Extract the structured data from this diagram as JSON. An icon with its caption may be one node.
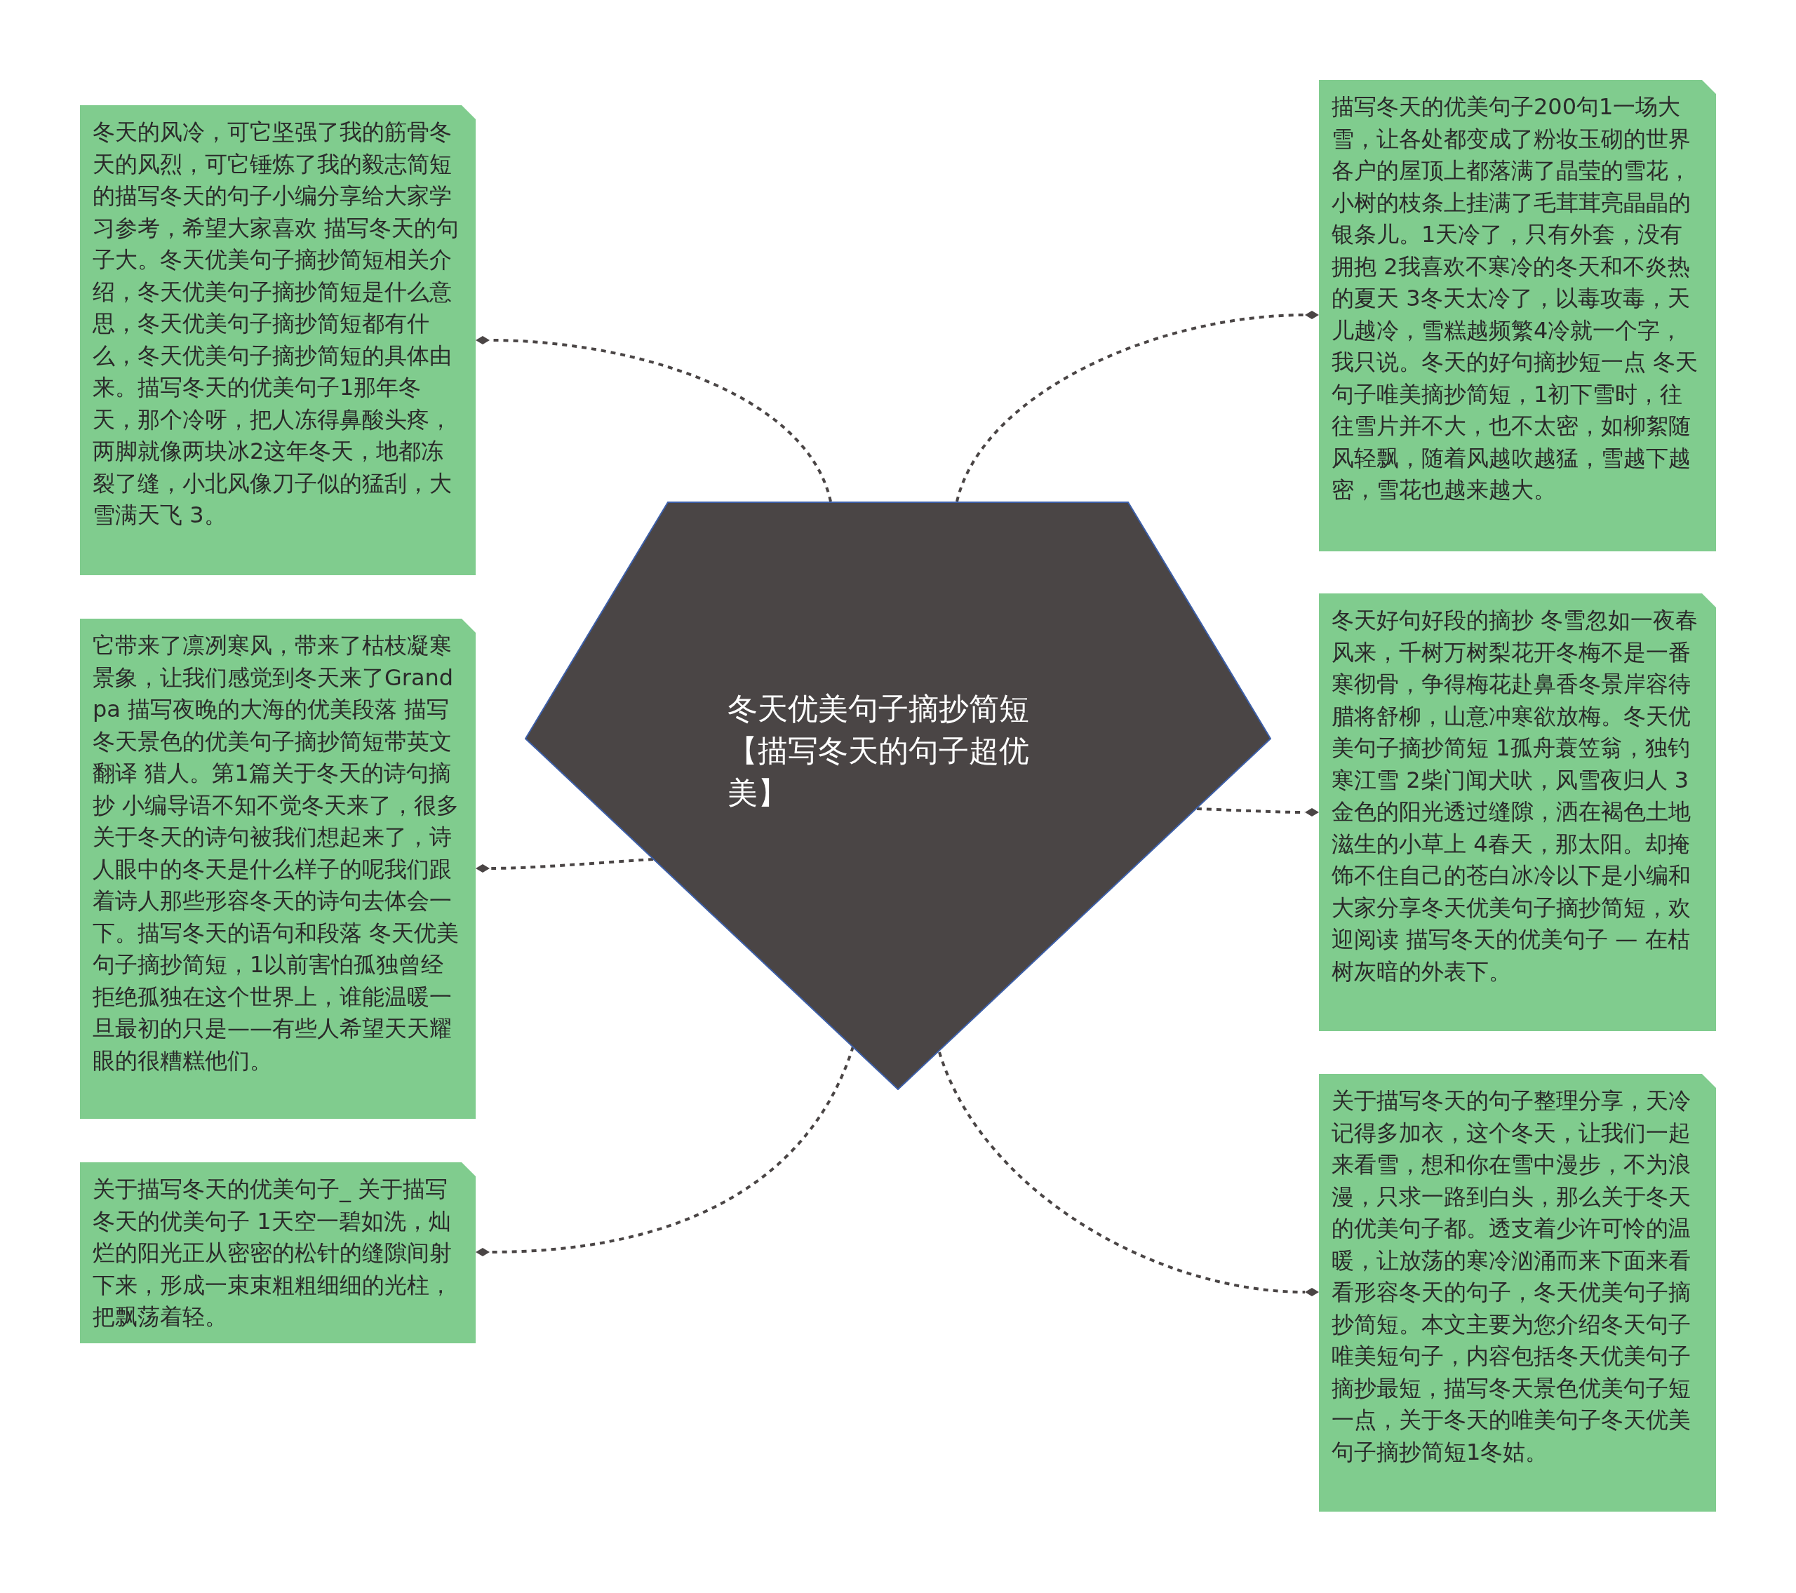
{
  "diagram": {
    "nodes": [
      {
        "text": [
          "冬天优美句子摘抄简短【描写冬天的句子超优美】"
        ]
      },
      {
        "text": [
          "冬天的风冷，可它坚强了我的筋骨冬天的风烈，可它锤炼了我的毅志简短的描写冬天的句子小编分享给大家学习参考，希望大家喜欢 描写冬天的句子大。冬天优美句子摘抄简短相关介绍，冬天优美句子摘抄简短是什么意思，冬天优美句子摘抄简短都有什么，冬天优美句子摘抄简短的具体由来。描写冬天的优美句子1那年冬天，那个冷呀，把人冻得鼻酸头疼，两脚就像两块冰2这年冬天，地都冻裂了缝，小北风像刀子似的猛刮，大雪满天飞 3。"
        ]
      },
      {
        "text": [
          "它带来了凛冽寒风，带来了枯枝凝寒景象，让我们感觉到冬天来了Grandpa  描写夜晚的大海的优美段落 描写冬天景色的优美句子摘抄简短带英文翻译 猎人。第1篇关于冬天的诗句摘抄 小编导语不知不觉冬天来了，很多关于冬天的诗句被我们想起来了，诗人眼中的冬天是什么样子的呢我们跟着诗人那些形容冬天的诗句去体会一下。描写冬天的语句和段落 冬天优美句子摘抄简短，1以前害怕孤独曾经拒绝孤独在这个世界上，谁能温暖一旦最初的只是——有些人希望天天耀眼的很糟糕他们。"
        ]
      },
      {
        "text": [
          "关于描写冬天的优美句子_ 关于描写冬天的优美句子 1天空一碧如洗，灿烂的阳光正从密密的松针的缝隙间射下来，形成一束束粗粗细细的光柱，把飘荡着轻。"
        ]
      },
      {
        "text": [
          "描写冬天的优美句子200句1一场大雪，让各处都变成了粉妆玉砌的世界各户的屋顶上都落满了晶莹的雪花，小树的枝条上挂满了毛茸茸亮晶晶的银条儿。1天冷了，只有外套，没有拥抱 2我喜欢不寒冷的冬天和不炎热的夏天 3冬天太冷了，以毒攻毒，天儿越冷，雪糕越频繁4冷就一个字，我只说。冬天的好句摘抄短一点 冬天句子唯美摘抄简短，1初下雪时，往往雪片并不大，也不太密，如柳絮随风轻飘，随着风越吹越猛，雪越下越密，雪花也越来越大。"
        ]
      },
      {
        "text": [
          "冬天好句好段的摘抄 冬雪忽如一夜春风来，千树万树梨花开冬梅不是一番寒彻骨，争得梅花赴鼻香冬景岸容待腊将舒柳，山意冲寒欲放梅。冬天优美句子摘抄简短 1孤舟蓑笠翁，独钓寒江雪 2柴门闻犬吠，风雪夜归人 3金色的阳光透过缝隙，洒在褐色土地滋生的小草上 4春天，那太阳。却掩饰不住自己的苍白冰冷以下是小编和大家分享冬天优美句子摘抄简短，欢迎阅读 描写冬天的优美句子 — 在枯树灰暗的外表下。"
        ]
      },
      {
        "text": [
          "关于描写冬天的句子整理分享，天冷记得多加衣，这个冬天，让我们一起来看雪，想和你在雪中漫步，不为浪漫，只求一路到白头，那么关于冬天的优美句子都。透支着少许可怜的温暖，让放荡的寒冷汹涌而来下面来看看形容冬天的句子，冬天优美句子摘抄简短。本文主要为您介绍冬天句子唯美短句子，内容包括冬天优美句子摘抄最短，描写冬天景色优美句子短一点，关于冬天的唯美句子冬天优美句子摘抄简短1冬姑。"
        ]
      }
    ],
    "edges": [
      {
        "from": 0,
        "to": 1,
        "arrow": "other",
        "style": "dashed"
      },
      {
        "from": 0,
        "to": 2,
        "arrow": "other",
        "style": "dashed"
      },
      {
        "from": 0,
        "to": 3,
        "arrow": "other",
        "style": "dashed"
      },
      {
        "from": 0,
        "to": 4,
        "arrow": "other",
        "style": "dashed"
      },
      {
        "from": 0,
        "to": 5,
        "arrow": "other",
        "style": "dashed"
      },
      {
        "from": 0,
        "to": 6,
        "arrow": "other",
        "style": "dashed"
      }
    ]
  }
}
